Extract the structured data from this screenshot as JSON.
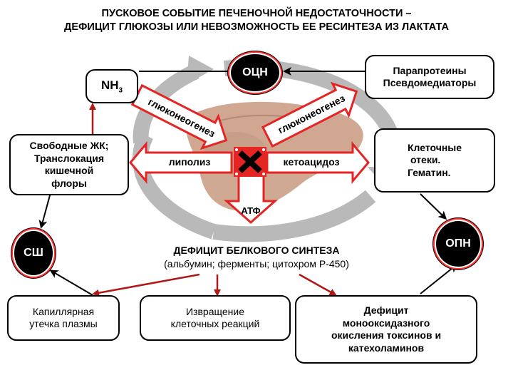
{
  "title": {
    "line1": "ПУСКОВОЕ СОБЫТИЕ ПЕЧЕНОЧНОЙ НЕДОСТАТОЧНОСТИ –",
    "line2": "ДЕФИЦИТ ГЛЮКОЗЫ ИЛИ НЕВОЗМОЖНОСТЬ ЕЕ РЕСИНТЕЗА ИЗ ЛАКТАТА"
  },
  "nodes": {
    "nh3": "NH",
    "nh3_sub": "3",
    "ocn": "ОЦН",
    "paraproteins": [
      "Парапротеины",
      "Псевдомедиаторы"
    ],
    "free_fa": [
      "Свободные ЖК;",
      "Транслокация",
      "кишечной",
      "флоры"
    ],
    "cell_edema": [
      "Клеточные",
      "отеки.",
      "Гематин."
    ],
    "ssh": "СШ",
    "opn": "ОПН",
    "capillary": [
      "Капиллярная",
      "утечка плазмы"
    ],
    "perversion": [
      "Извращение",
      "клеточных реакций"
    ],
    "deficit_mono": [
      "Дефицит",
      "монооксидазного",
      "окисления токсинов и",
      "катехоламинов"
    ]
  },
  "labels": {
    "gluconeogenesis_left": "глюконеогенез",
    "gluconeogenesis_right": "глюконеогенез",
    "lipolysis": "липолиз",
    "ketoacidosis": "кетоацидоз",
    "atp": "АТФ",
    "protein_deficit": "ДЕФИЦИТ БЕЛКОВОГО СИНТЕЗА",
    "protein_examples": "(альбумин; ферменты; цитохром Р-450)"
  },
  "colors": {
    "accent_red": "#e52424",
    "arrow_dark_red": "#b01818",
    "cycle_gray": "#b9b9b9",
    "liver": "#c89a80"
  }
}
